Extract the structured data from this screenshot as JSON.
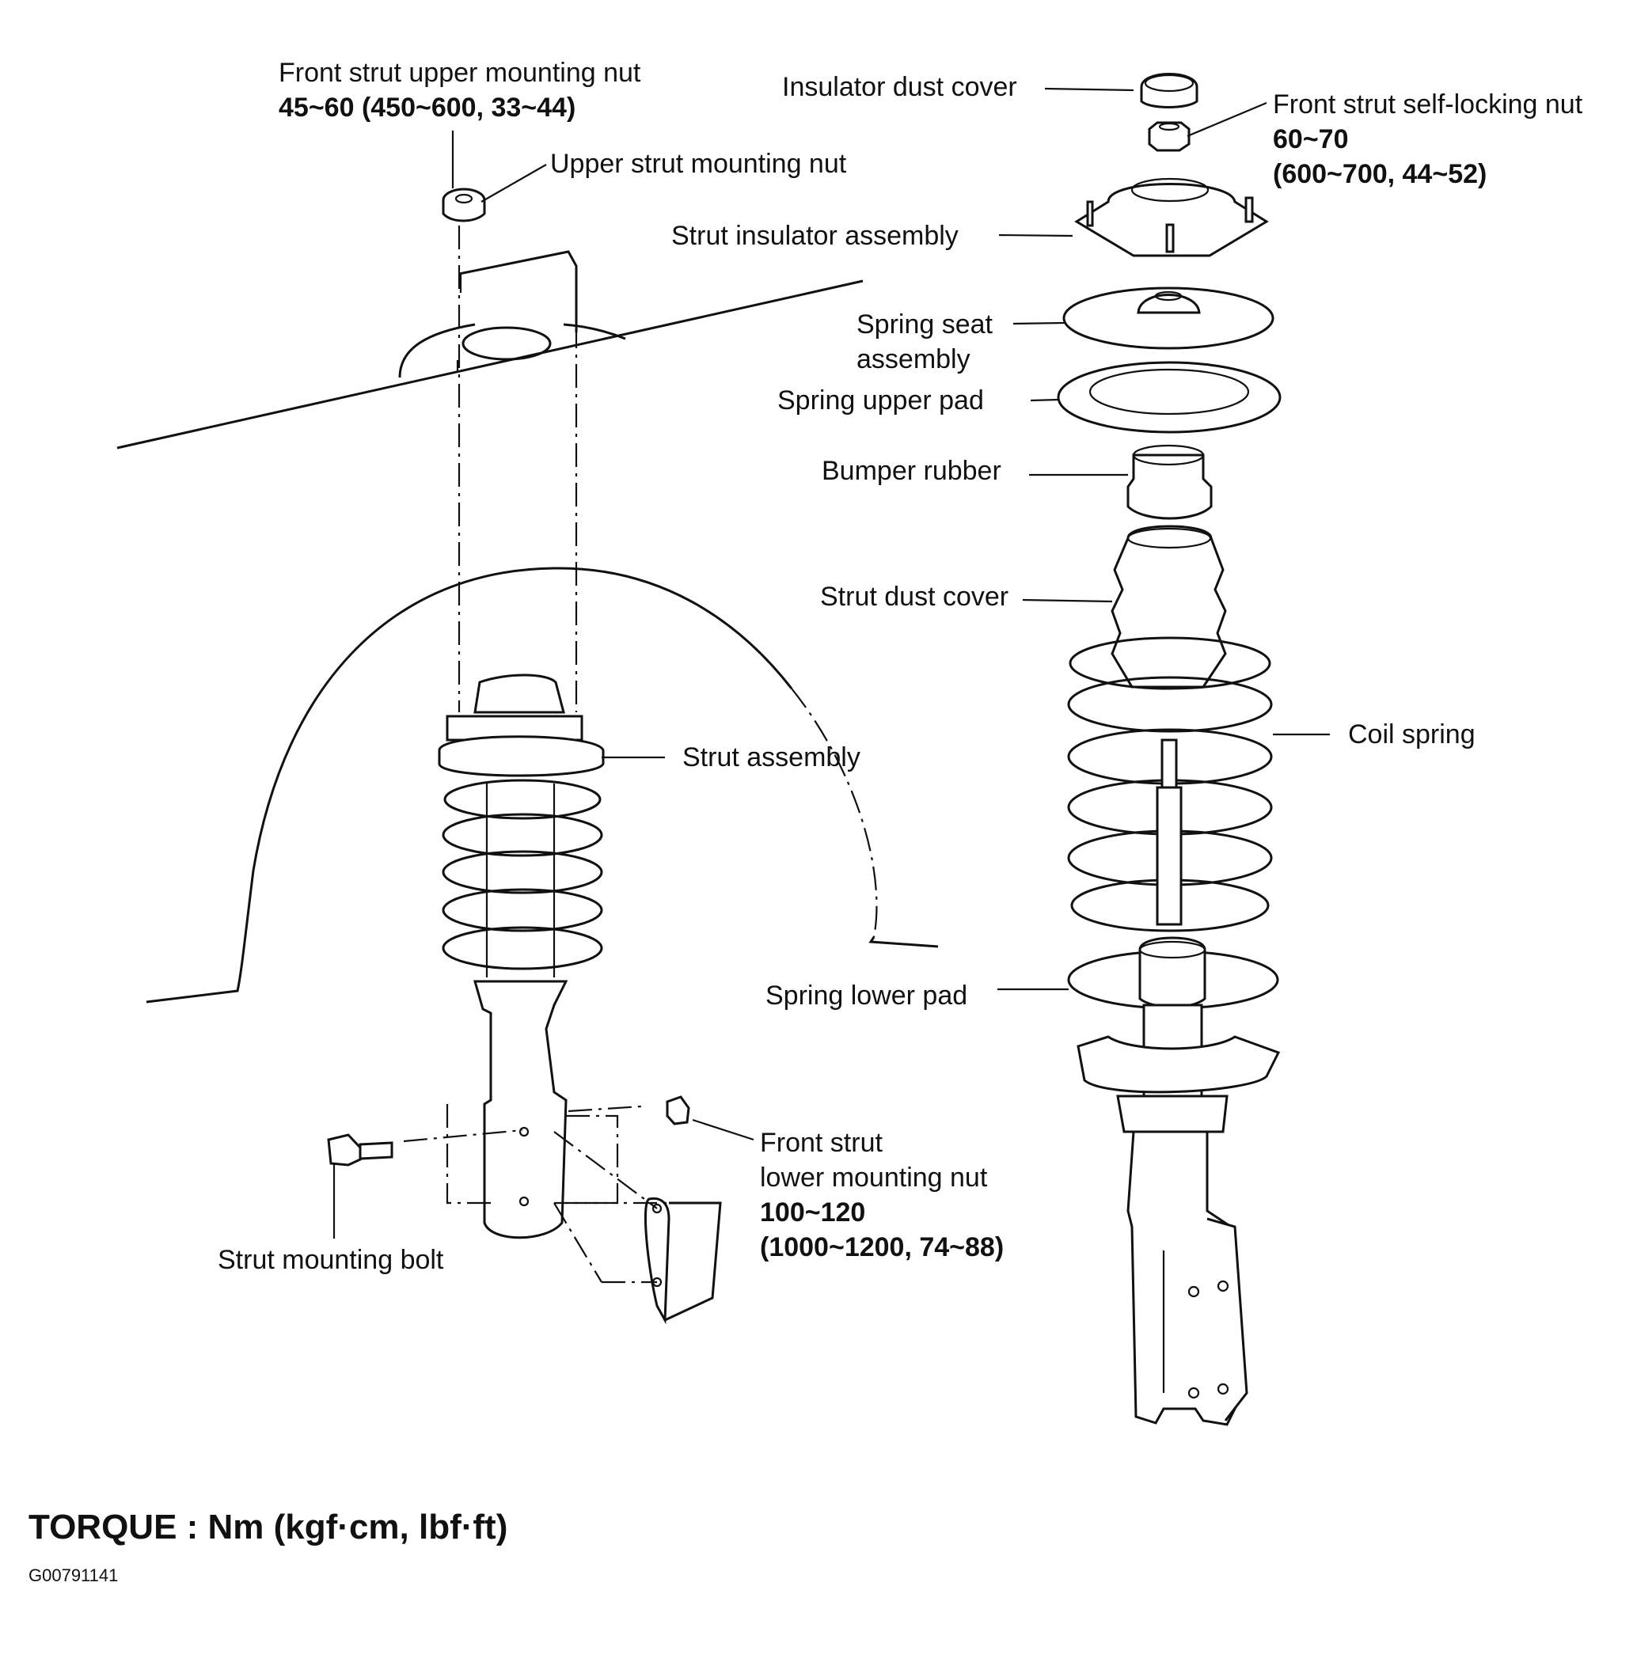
{
  "labels": {
    "front_upper_nut": {
      "name": "Front strut upper mounting nut",
      "torque": "45~60 (450~600, 33~44)"
    },
    "upper_strut_nut": {
      "name": "Upper strut mounting nut"
    },
    "insulator_dust_cover": {
      "name": "Insulator dust cover"
    },
    "self_locking_nut": {
      "name": "Front strut self-locking nut",
      "torque_1": "60~70",
      "torque_2": "(600~700, 44~52)"
    },
    "strut_insulator": {
      "name": "Strut insulator assembly"
    },
    "spring_seat": {
      "name_1": "Spring seat",
      "name_2": "assembly"
    },
    "spring_upper_pad": {
      "name": "Spring upper pad"
    },
    "bumper_rubber": {
      "name": "Bumper rubber"
    },
    "strut_dust_cover": {
      "name": "Strut dust cover"
    },
    "coil_spring": {
      "name": "Coil spring"
    },
    "strut_assembly": {
      "name": "Strut assembly"
    },
    "spring_lower_pad": {
      "name": "Spring lower pad"
    },
    "lower_nut": {
      "name_1": "Front strut",
      "name_2": "lower mounting nut",
      "torque_1": "100~120",
      "torque_2": "(1000~1200, 74~88)"
    },
    "strut_bolt": {
      "name": "Strut mounting bolt"
    }
  },
  "footer": {
    "title": "TORQUE : Nm (kgf·cm, lbf·ft)",
    "code": "G00791141"
  }
}
